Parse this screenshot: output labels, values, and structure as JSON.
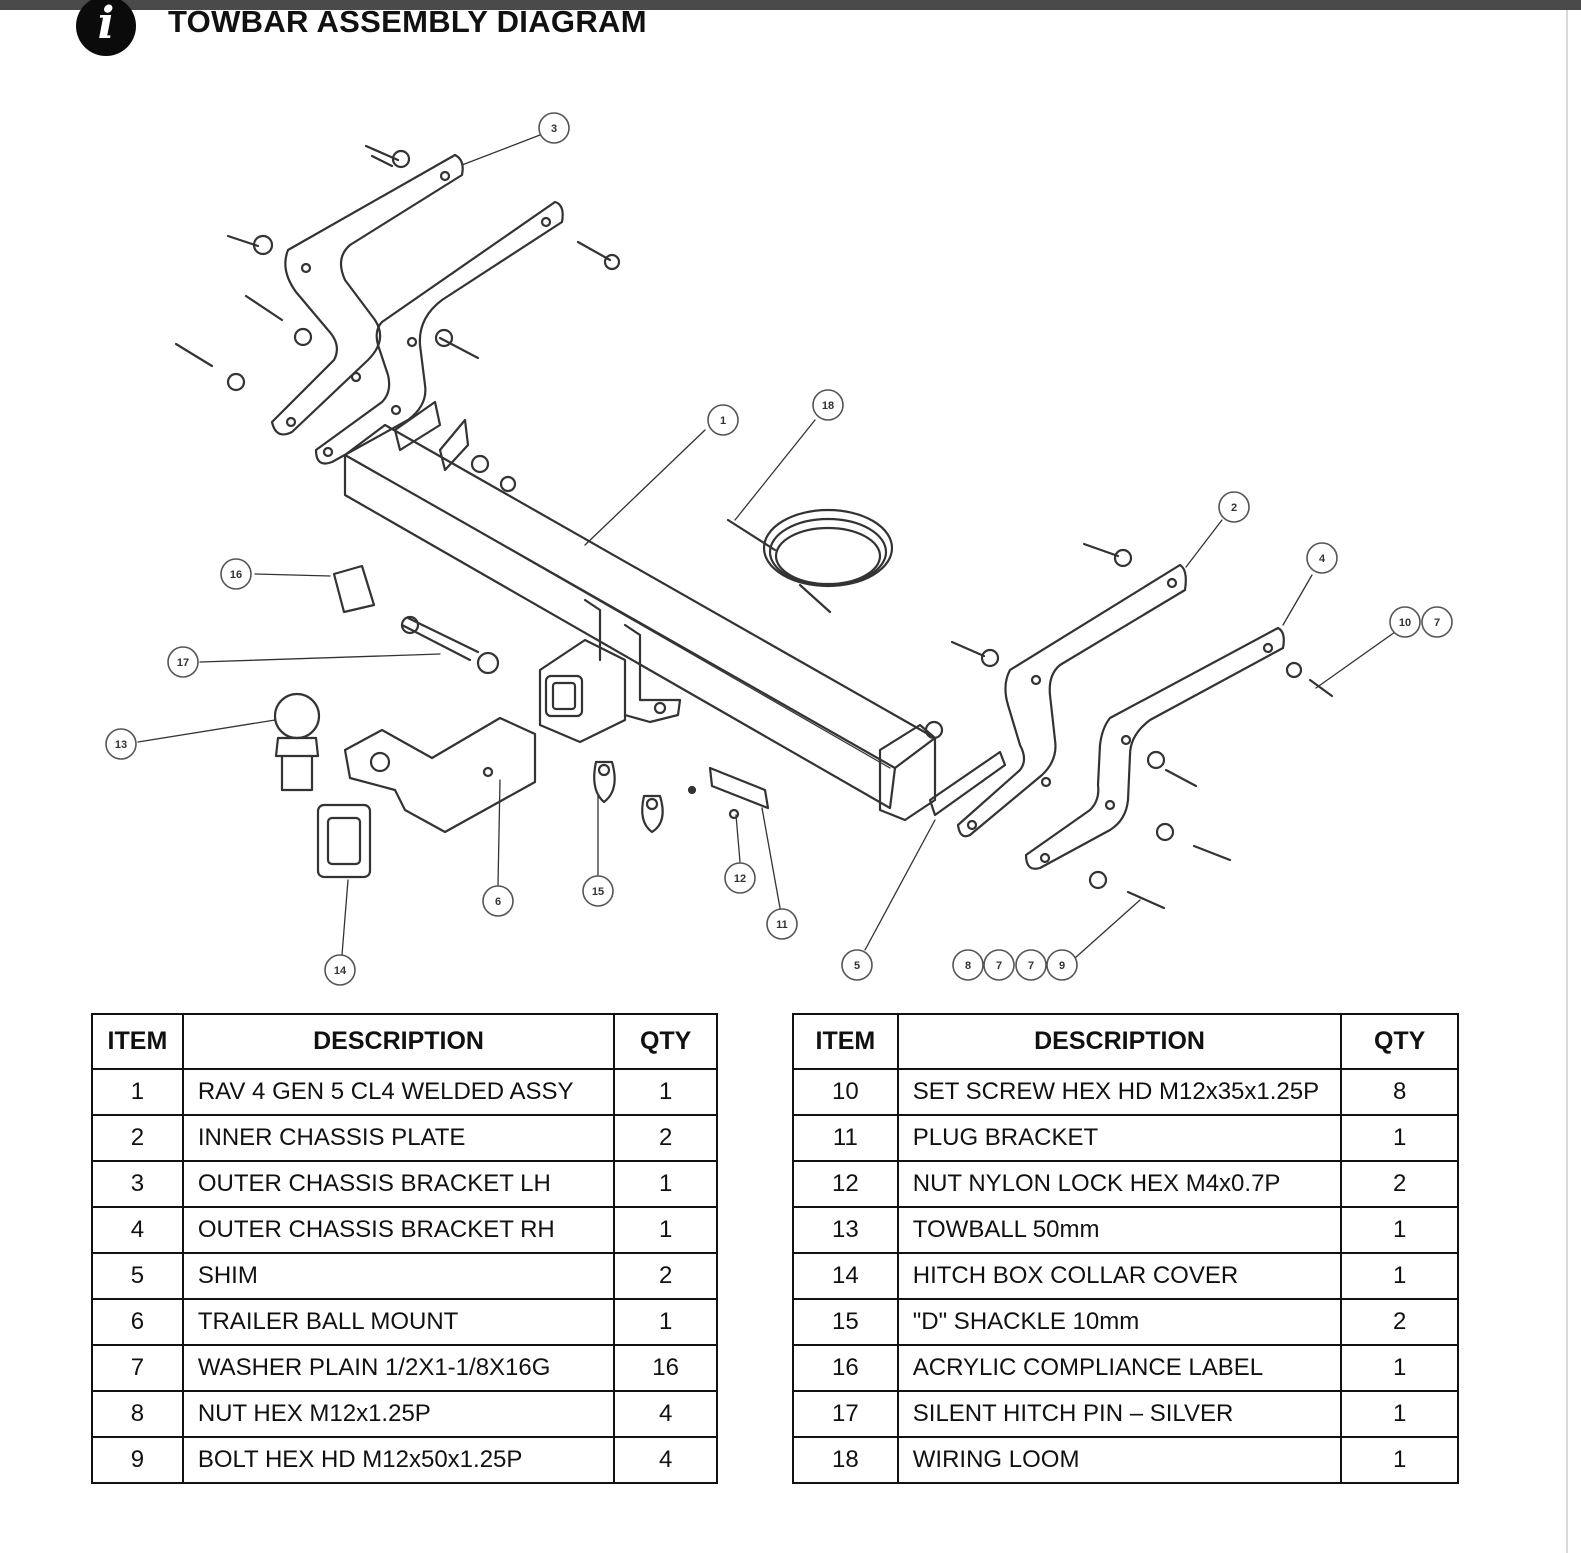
{
  "title": "TOWBAR ASSEMBLY DIAGRAM",
  "info_icon_glyph": "i",
  "callouts": [
    {
      "label": "1"
    },
    {
      "label": "18"
    },
    {
      "label": "3"
    },
    {
      "label": "2"
    },
    {
      "label": "4"
    },
    {
      "label": "10"
    },
    {
      "label": "7"
    },
    {
      "label": "16"
    },
    {
      "label": "17"
    },
    {
      "label": "13"
    },
    {
      "label": "6"
    },
    {
      "label": "14"
    },
    {
      "label": "15"
    },
    {
      "label": "12"
    },
    {
      "label": "11"
    },
    {
      "label": "5"
    },
    {
      "label": "8"
    },
    {
      "label": "7"
    },
    {
      "label": "7"
    },
    {
      "label": "9"
    }
  ],
  "table_headers": {
    "item": "ITEM",
    "description": "DESCRIPTION",
    "qty": "QTY"
  },
  "parts_left": [
    {
      "item": "1",
      "description": "RAV 4 GEN 5 CL4 WELDED ASSY",
      "qty": "1"
    },
    {
      "item": "2",
      "description": "INNER CHASSIS PLATE",
      "qty": "2"
    },
    {
      "item": "3",
      "description": "OUTER CHASSIS BRACKET LH",
      "qty": "1"
    },
    {
      "item": "4",
      "description": "OUTER CHASSIS BRACKET RH",
      "qty": "1"
    },
    {
      "item": "5",
      "description": "SHIM",
      "qty": "2"
    },
    {
      "item": "6",
      "description": "TRAILER BALL MOUNT",
      "qty": "1"
    },
    {
      "item": "7",
      "description": "WASHER PLAIN 1/2X1-1/8X16G",
      "qty": "16"
    },
    {
      "item": "8",
      "description": "NUT HEX M12x1.25P",
      "qty": "4"
    },
    {
      "item": "9",
      "description": "BOLT HEX HD M12x50x1.25P",
      "qty": "4"
    }
  ],
  "parts_right": [
    {
      "item": "10",
      "description": "SET SCREW HEX HD M12x35x1.25P",
      "qty": "8"
    },
    {
      "item": "11",
      "description": "PLUG BRACKET",
      "qty": "1"
    },
    {
      "item": "12",
      "description": "NUT NYLON LOCK HEX M4x0.7P",
      "qty": "2"
    },
    {
      "item": "13",
      "description": "TOWBALL 50mm",
      "qty": "1"
    },
    {
      "item": "14",
      "description": "HITCH BOX COLLAR COVER",
      "qty": "1"
    },
    {
      "item": "15",
      "description": "\"D\" SHACKLE 10mm",
      "qty": "2"
    },
    {
      "item": "16",
      "description": "ACRYLIC COMPLIANCE LABEL",
      "qty": "1"
    },
    {
      "item": "17",
      "description": "SILENT HITCH PIN – SILVER",
      "qty": "1"
    },
    {
      "item": "18",
      "description": "WIRING LOOM",
      "qty": "1"
    }
  ]
}
